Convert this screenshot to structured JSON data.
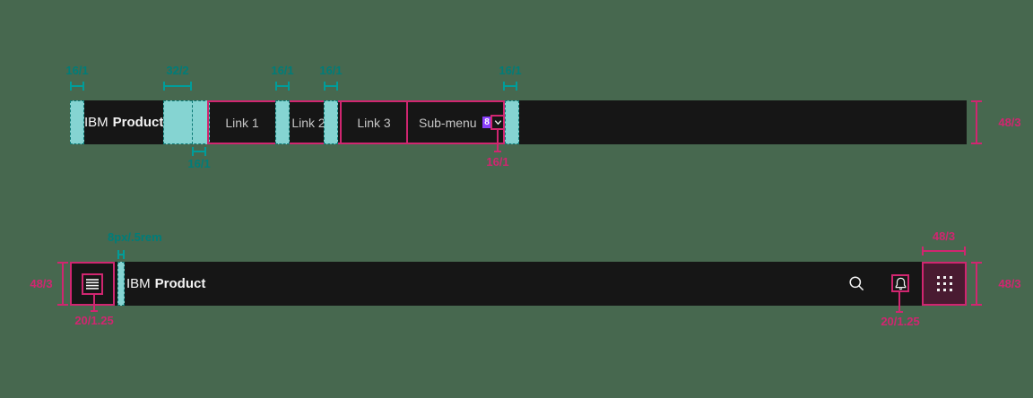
{
  "colors": {
    "background": "#47684f",
    "bar_background": "#161616",
    "teal_annotation": "#007d79",
    "teal_strip_fill": "#85d4d2",
    "pink_annotation": "#d02670",
    "purple_badge": "#8a3ffc",
    "brand_text": "#f4f4f4",
    "link_text": "#c6c6c6",
    "switcher_fill": "#491b31"
  },
  "top_header": {
    "brand": {
      "prefix": "IBM",
      "name": "Product"
    },
    "links": [
      "Link 1",
      "Link 2",
      "Link 3"
    ],
    "submenu": {
      "label": "Sub-menu",
      "gap_badge": "8",
      "icon": "chevron-down-icon"
    },
    "ann": {
      "brand_left_pad": "16/1",
      "brand_gap": "32/2",
      "link1_pad": "16/1",
      "link3_pad": "16/1",
      "submenu_right_pad": "16/1",
      "brand_gap_extra": "16/1",
      "submenu_icon_pad": "16/1",
      "bar_height": "48/3"
    }
  },
  "bottom_header": {
    "brand": {
      "prefix": "IBM",
      "name": "Product"
    },
    "icons": {
      "menu": "hamburger-menu-icon",
      "search": "search-icon",
      "notifications": "notification-bell-icon",
      "app_switcher": "app-switcher-grid-icon"
    },
    "ann": {
      "menu_gap": "8px/.5rem",
      "bar_height_left": "48/3",
      "menu_icon_size": "20/1.25",
      "bell_icon_size": "20/1.25",
      "switcher_width": "48/3",
      "bar_height_right": "48/3"
    }
  }
}
